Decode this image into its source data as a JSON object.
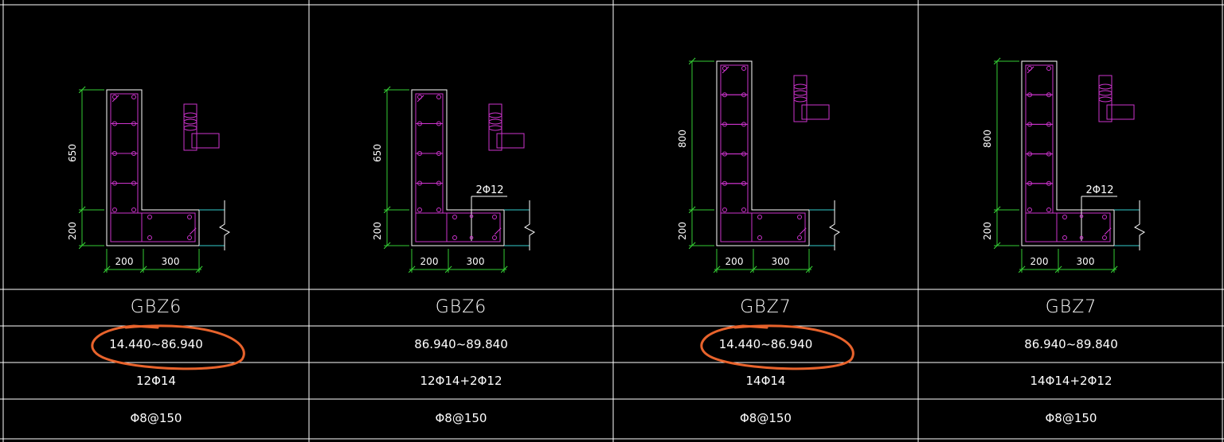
{
  "colors": {
    "background": "#000000",
    "grid": "#ffffff",
    "outline": "#ffffff",
    "rebar": "#cc33cc",
    "dimension": "#33cc33",
    "adjacent_wall": "#33cccc",
    "markup": "#e8632c"
  },
  "columns": [
    {
      "name": "GBZ6",
      "elevation": "14.440~86.940",
      "longitudinal_rebar": "12Φ14",
      "stirrup": "Φ8@150",
      "dim_vertical_top": "650",
      "dim_vertical_bottom": "200",
      "dim_horizontal_left": "200",
      "dim_horizontal_right": "300",
      "extra_bar_label": "",
      "circled": true
    },
    {
      "name": "GBZ6",
      "elevation": "86.940~89.840",
      "longitudinal_rebar": "12Φ14+2Φ12",
      "stirrup": "Φ8@150",
      "dim_vertical_top": "650",
      "dim_vertical_bottom": "200",
      "dim_horizontal_left": "200",
      "dim_horizontal_right": "300",
      "extra_bar_label": "2Φ12",
      "circled": false
    },
    {
      "name": "GBZ7",
      "elevation": "14.440~86.940",
      "longitudinal_rebar": "14Φ14",
      "stirrup": "Φ8@150",
      "dim_vertical_top": "800",
      "dim_vertical_bottom": "200",
      "dim_horizontal_left": "200",
      "dim_horizontal_right": "300",
      "extra_bar_label": "",
      "circled": true
    },
    {
      "name": "GBZ7",
      "elevation": "86.940~89.840",
      "longitudinal_rebar": "14Φ14+2Φ12",
      "stirrup": "Φ8@150",
      "dim_vertical_top": "800",
      "dim_vertical_bottom": "200",
      "dim_horizontal_left": "200",
      "dim_horizontal_right": "300",
      "extra_bar_label": "2Φ12",
      "circled": false
    }
  ]
}
